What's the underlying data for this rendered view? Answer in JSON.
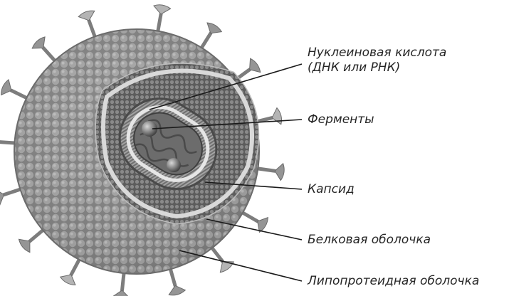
{
  "labels": {
    "nucleic_acid_line1": "Нуклеиновая кислота",
    "nucleic_acid_line2": "(ДНК или РНК)",
    "enzymes": "Ферменты",
    "capsid": "Капсид",
    "protein_shell": "Белковая оболочка",
    "lipoprotein_shell": "Липопротеидная оболочка"
  }
}
